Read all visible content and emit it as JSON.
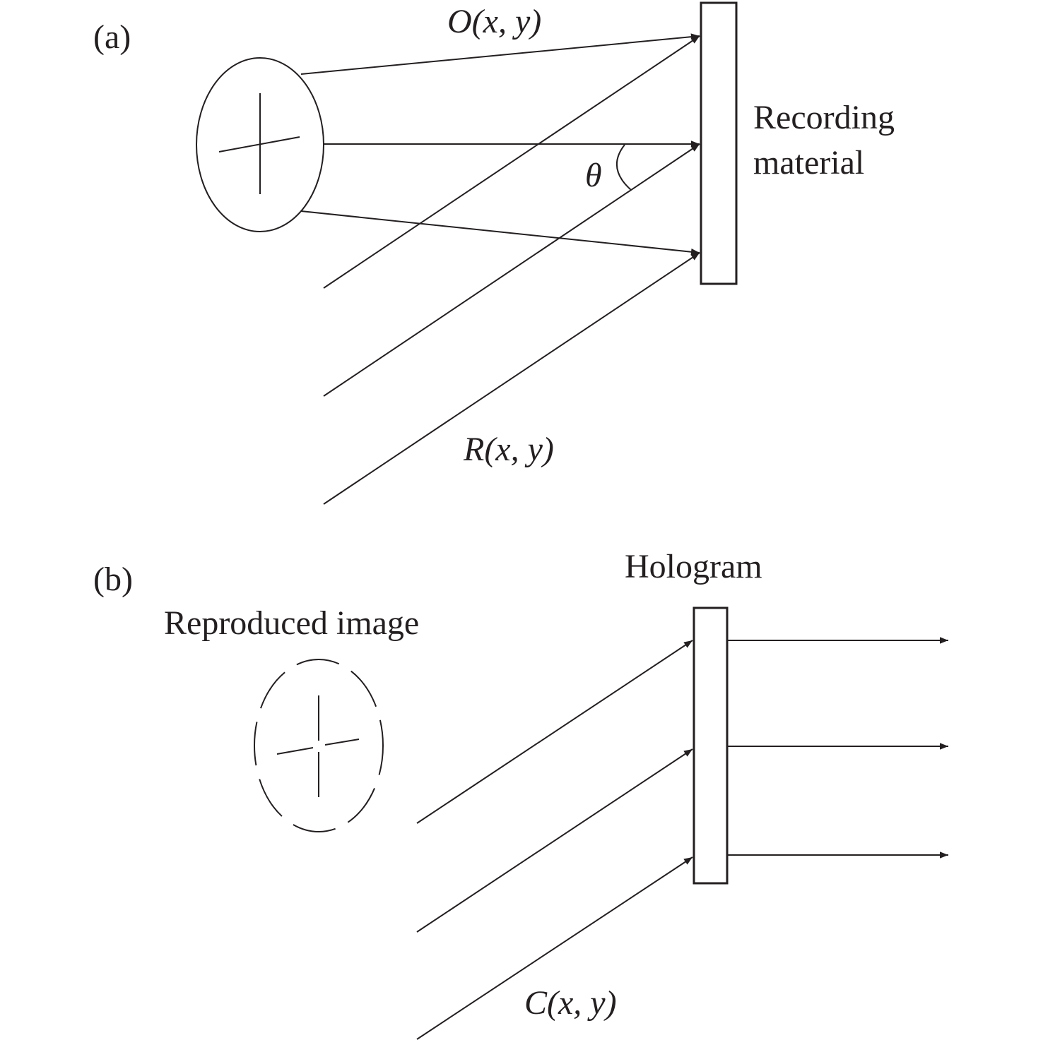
{
  "panel_a": {
    "label": "(a)",
    "object_wave_label": "O(x, y)",
    "reference_wave_label": "R(x, y)",
    "angle_label": "θ",
    "plate_label_line1": "Recording",
    "plate_label_line2": "material"
  },
  "panel_b": {
    "label": "(b)",
    "image_label": "Reproduced image",
    "plate_label": "Hologram",
    "reconstruction_wave_label": "C(x, y)"
  },
  "colors": {
    "ink": "#231f20",
    "background": "#ffffff"
  }
}
